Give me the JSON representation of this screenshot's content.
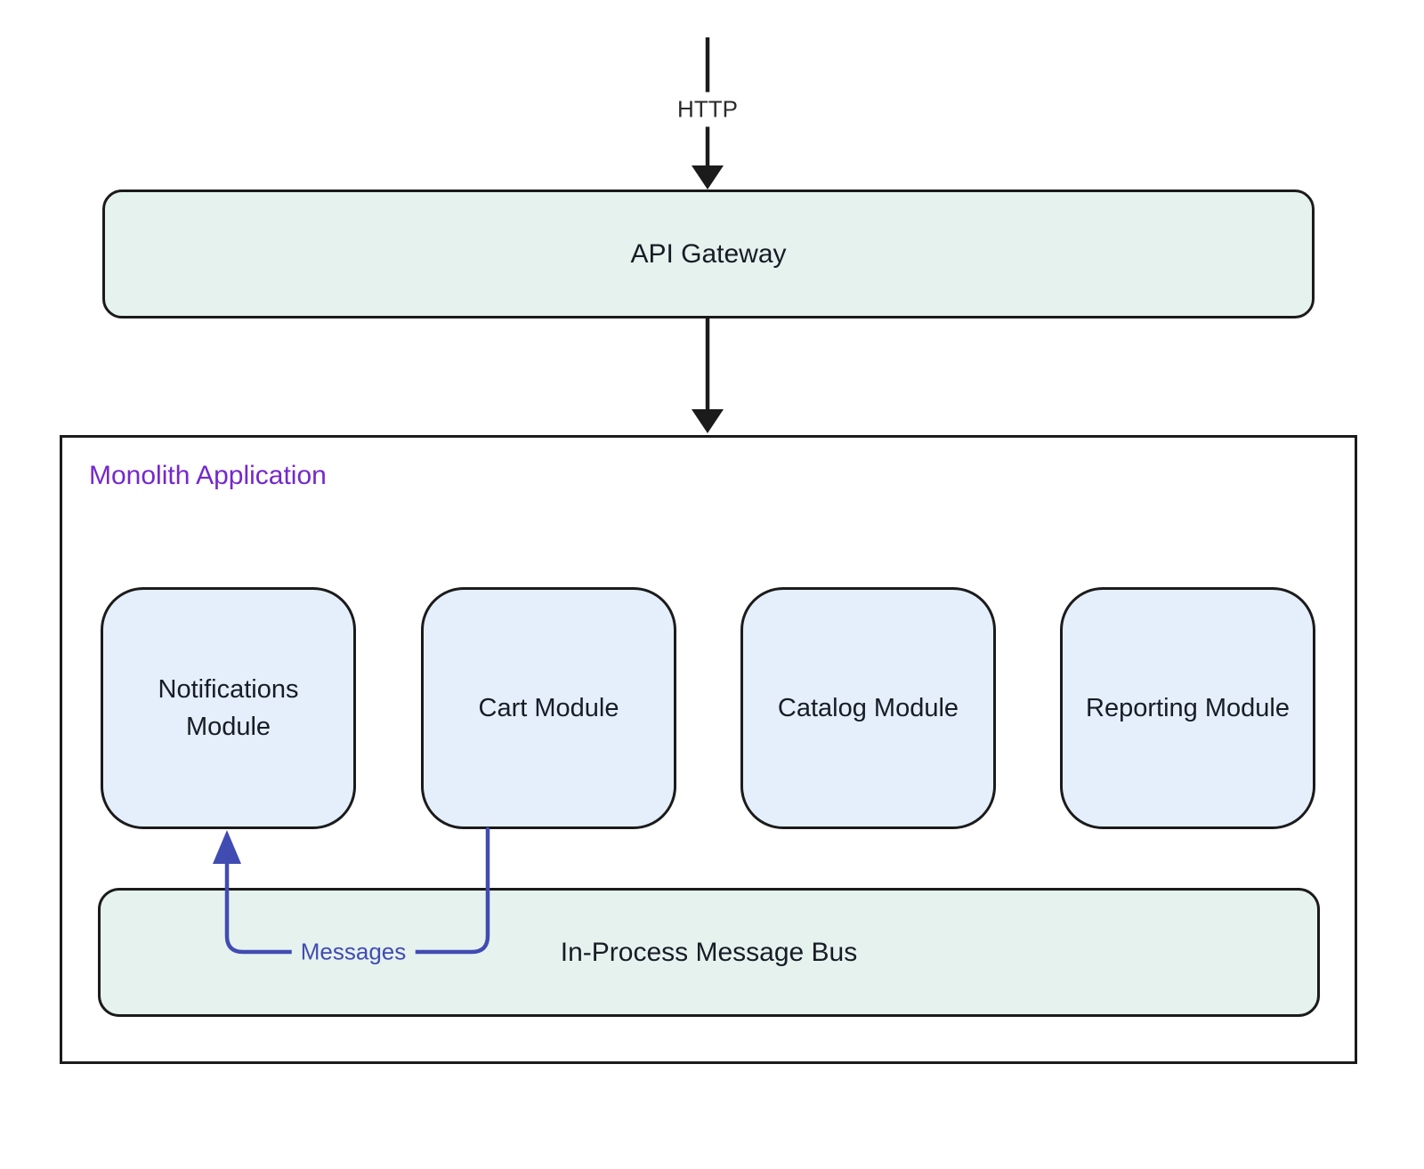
{
  "diagram": {
    "http_label": "HTTP",
    "api_gateway": {
      "label": "API Gateway"
    },
    "monolith": {
      "title": "Monolith Application",
      "modules": [
        {
          "label": "Notifications Module"
        },
        {
          "label": "Cart Module"
        },
        {
          "label": "Catalog Module"
        },
        {
          "label": "Reporting Module"
        }
      ],
      "bus": {
        "label": "In-Process Message Bus"
      },
      "edge_label": "Messages"
    },
    "colors": {
      "mint_fill": "#e6f2ee",
      "module_fill": "#e4effb",
      "border": "#1b1b1b",
      "node_text": "#171c26",
      "title_purple": "#7428cd",
      "edge_indigo": "#414cb2",
      "connector_black": "#1b1b1b"
    }
  }
}
